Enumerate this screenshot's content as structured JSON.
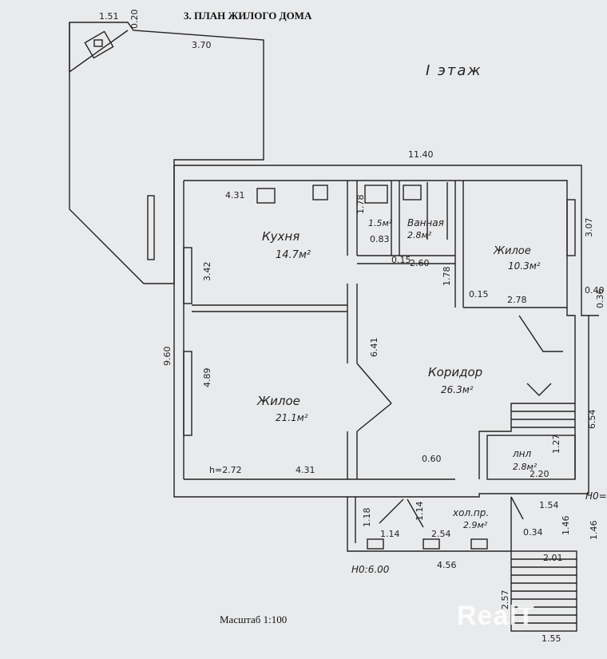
{
  "title": "3. ПЛАН ЖИЛОГО ДОМА",
  "floor_label": "I этаж",
  "scale_label": "Масштаб 1:100",
  "watermark": "RealT",
  "rooms": {
    "kitchen": {
      "name": "Кухня",
      "area": "14.7м²"
    },
    "wc": {
      "area": "1.5м²"
    },
    "bath": {
      "name": "Ванная",
      "area": "2.8м²"
    },
    "living_ne": {
      "name": "Жилое",
      "area": "10.3м²"
    },
    "corridor": {
      "name": "Коридор",
      "area": "26.3м²"
    },
    "living_main": {
      "name": "Жилое",
      "area": "21.1м²"
    },
    "storage": {
      "name": "лнл",
      "area": "2.8м²"
    },
    "vestibule": {
      "name": "хол.пр.",
      "area": "2.9м²"
    }
  },
  "dimensions": {
    "d_151": "1.51",
    "d_020": "0.20",
    "d_370": "3.70",
    "d_1140": "11.40",
    "d_431_top": "4.31",
    "d_342": "3.42",
    "d_178a": "1.78",
    "d_083": "0.83",
    "d_015a": "0.15",
    "d_260": "2.60",
    "d_307": "3.07",
    "d_178b": "1.78",
    "d_015b": "0.15",
    "d_278": "2.78",
    "d_040": "0.40",
    "d_036": "0.36",
    "d_960": "9.60",
    "d_489": "4.89",
    "d_641": "6.41",
    "d_654": "6.54",
    "d_127": "1.27",
    "d_220": "2.20",
    "d_h272": "h=2.72",
    "d_431_bot": "4.31",
    "d_060": "0.60",
    "d_118": "1.18",
    "d_114a": "1.14",
    "d_114b": "1.14",
    "d_254": "2.54",
    "d_034": "0.34",
    "d_154": "1.54",
    "d_146a": "1.46",
    "d_146b": "1.46",
    "d_h0a": "H0:6.00",
    "d_h0b": "H0=",
    "d_456": "4.56",
    "d_201": "2.01",
    "d_257": "2.57",
    "d_155": "1.55"
  },
  "colors": {
    "line": "#222222",
    "paper": "#e9eaec"
  }
}
